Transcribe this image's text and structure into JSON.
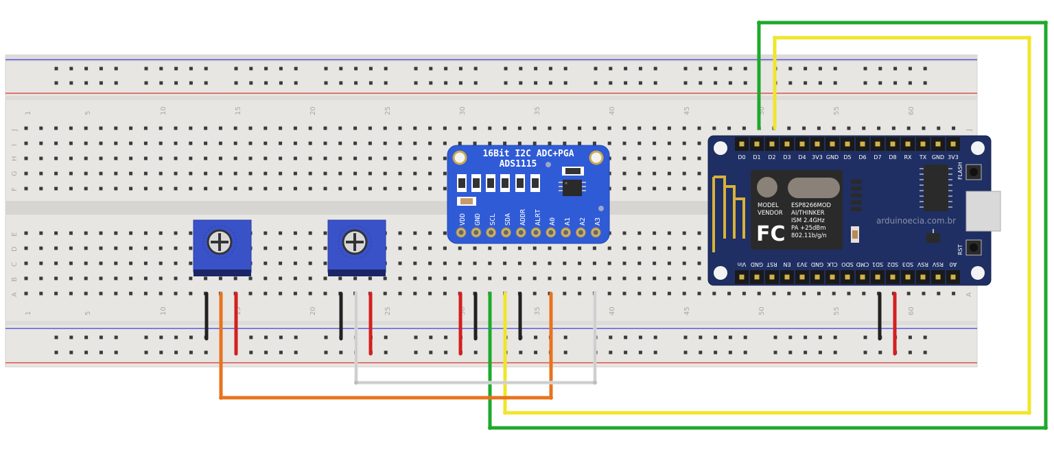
{
  "breadboard": {
    "column_numbers": [
      "1",
      "5",
      "10",
      "15",
      "20",
      "25",
      "30",
      "35",
      "40",
      "45",
      "50",
      "55",
      "60"
    ],
    "row_letters_top": [
      "J",
      "I",
      "H",
      "G",
      "F"
    ],
    "row_letters_bottom": [
      "E",
      "D",
      "C",
      "B",
      "A"
    ]
  },
  "ads1115": {
    "title_line1": "16Bit I2C ADC+PGA",
    "title_line2": "ADS1115",
    "pins": [
      "VDD",
      "GND",
      "SCL",
      "SDA",
      "ADDR",
      "ALRT",
      "A0",
      "A1",
      "A2",
      "A3"
    ]
  },
  "esp8266": {
    "top_pins": [
      "D0",
      "D1",
      "D2",
      "D3",
      "D4",
      "3V3",
      "GND",
      "D5",
      "D6",
      "D7",
      "D8",
      "RX",
      "TX",
      "GND",
      "3V3"
    ],
    "bottom_pins": [
      "A0",
      "RSV",
      "RSV",
      "SD3",
      "SD2",
      "SD1",
      "CMD",
      "SDO",
      "CLK",
      "GND",
      "3V3",
      "EN",
      "RST",
      "GND",
      "Vin"
    ],
    "module_left": [
      "MODEL",
      "VENDOR"
    ],
    "module_right": [
      "ESP8266MOD",
      "AI/THINKER",
      "ISM 2.4GHz",
      "PA +25dBm",
      "802.11b/g/n"
    ],
    "fcc_logo": "FC",
    "flash_label": "FLASH",
    "rst_label": "RST"
  },
  "watermark": "arduinoecia.com.br",
  "colors": {
    "board": "#e9e8e6",
    "rail_blue": "#3d3ddb",
    "rail_red": "#e0302a",
    "ads_blue": "#2f5bd6",
    "esp_navy": "#1f2f63",
    "pot_blue": "#3a52c8",
    "wire_orange": "#e8731d",
    "wire_white": "#d8d8d8",
    "wire_yellow": "#f0e52a",
    "wire_green": "#1ea92b",
    "wire_red": "#d41f1f",
    "wire_black": "#222222"
  }
}
